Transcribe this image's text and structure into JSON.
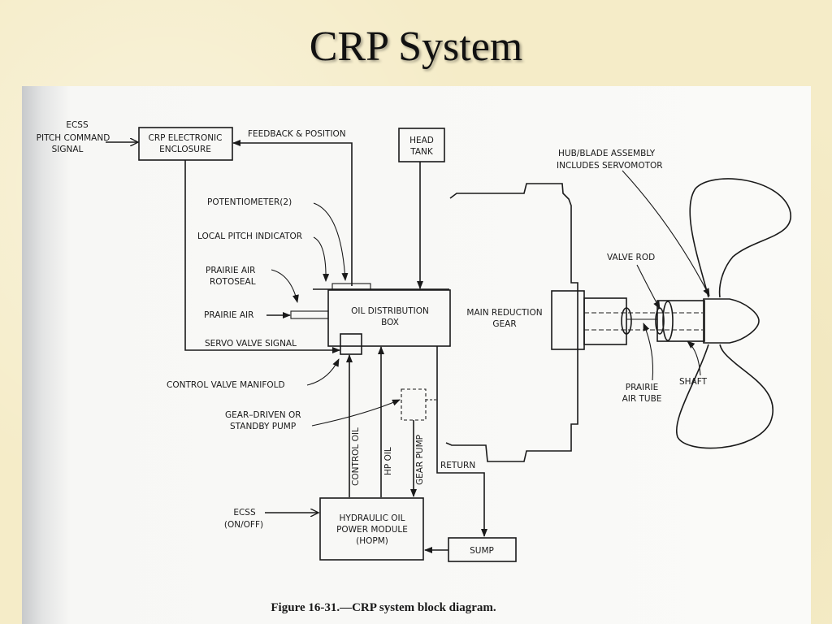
{
  "slide": {
    "title": "CRP System"
  },
  "diagram": {
    "labels": {
      "ecss_pitch": [
        "ECSS",
        "PITCH COMMAND",
        "SIGNAL"
      ],
      "crp_enclosure": [
        "CRP ELECTRONIC",
        "ENCLOSURE"
      ],
      "feedback": "FEEDBACK & POSITION",
      "head_tank": [
        "HEAD",
        "TANK"
      ],
      "hub_blade": [
        "HUB/BLADE ASSEMBLY",
        "INCLUDES SERVOMOTOR"
      ],
      "potentiometer": "POTENTIOMETER(2)",
      "local_pitch": "LOCAL PITCH INDICATOR",
      "prairie_rotoseal": [
        "PRAIRIE AIR",
        "ROTOSEAL"
      ],
      "prairie_air": "PRAIRIE AIR",
      "oil_dist_box": [
        "OIL DISTRIBUTION",
        "BOX"
      ],
      "main_reduction": [
        "MAIN REDUCTION",
        "GEAR"
      ],
      "valve_rod": "VALVE ROD",
      "servo_valve": "SERVO VALVE SIGNAL",
      "control_valve_manifold": "CONTROL VALVE MANIFOLD",
      "gear_pump_standby": [
        "GEAR–DRIVEN OR",
        "STANDBY PUMP"
      ],
      "control_oil": "CONTROL OIL",
      "hp_oil": "HP OIL",
      "gear_pump": "GEAR PUMP",
      "return": "RETURN",
      "prairie_air_tube": [
        "PRAIRIE",
        "AIR TUBE"
      ],
      "shaft": "SHAFT",
      "ecss_onoff": [
        "ECSS",
        "(ON/OFF)"
      ],
      "hopm": [
        "HYDRAULIC OIL",
        "POWER MODULE",
        "(HOPM)"
      ],
      "sump": "SUMP"
    },
    "caption": "Figure 16-31.—CRP system block diagram."
  }
}
